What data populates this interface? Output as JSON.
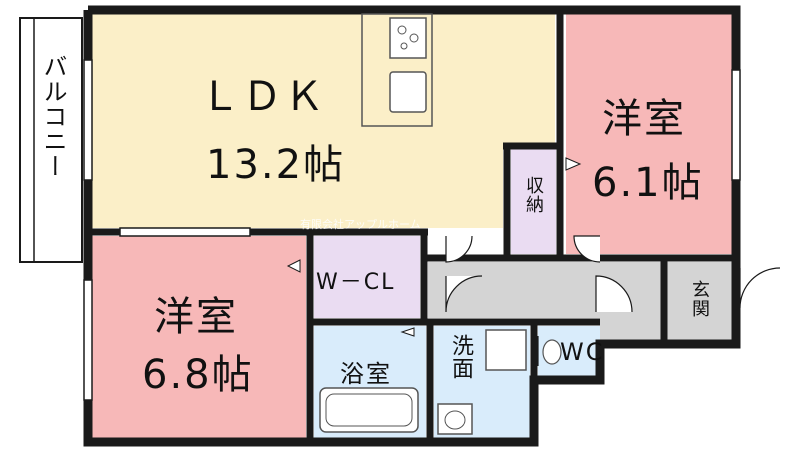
{
  "rooms": {
    "ldk": {
      "name": "ＬＤＫ",
      "size": "13.2帖",
      "color": "#fbefc8"
    },
    "western_room_1": {
      "name": "洋室",
      "size": "6.1帖",
      "color": "#f7b8b8"
    },
    "western_room_2": {
      "name": "洋室",
      "size": "6.8帖",
      "color": "#f7b8b8"
    },
    "storage": {
      "name": "収納",
      "color": "#eadcf2"
    },
    "walk_in_closet": {
      "name": "W－CL",
      "color": "#eadcf2"
    },
    "bathroom": {
      "name": "浴室",
      "color": "#d9ecfb"
    },
    "washroom": {
      "name": "洗面",
      "color": "#d9ecfb"
    },
    "toilet": {
      "name": "WC",
      "color": "#d9ecfb"
    },
    "entrance": {
      "name": "玄関",
      "color": "#d4d4d4"
    },
    "balcony": {
      "name": "バルコニー",
      "color": "#ffffff"
    },
    "hallway": {
      "color": "#d4d4d4"
    }
  },
  "watermark": "有限会社アップルホーム",
  "colors": {
    "wall": "#1a1a1a",
    "fixture_line": "#555555"
  }
}
